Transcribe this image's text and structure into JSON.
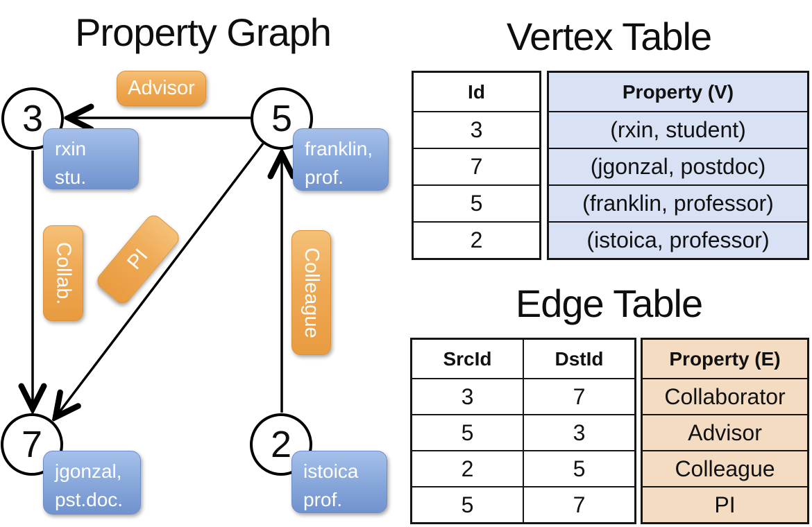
{
  "titles": {
    "property_graph": "Property Graph",
    "vertex_table": "Vertex Table",
    "edge_table": "Edge Table"
  },
  "graph": {
    "nodes": [
      {
        "id": "3",
        "line1": "rxin",
        "line2": "stu."
      },
      {
        "id": "5",
        "line1": "franklin,",
        "line2": "prof."
      },
      {
        "id": "7",
        "line1": "jgonzal,",
        "line2": "pst.doc."
      },
      {
        "id": "2",
        "line1": "istoica",
        "line2": "prof."
      }
    ],
    "edge_labels": {
      "advisor": "Advisor",
      "collab": "Collab.",
      "pi": "PI",
      "colleague": "Colleague"
    },
    "edges": [
      {
        "from": "5",
        "to": "3",
        "label": "Advisor"
      },
      {
        "from": "3",
        "to": "7",
        "label": "Collab."
      },
      {
        "from": "5",
        "to": "7",
        "label": "PI"
      },
      {
        "from": "2",
        "to": "5",
        "label": "Colleague"
      }
    ]
  },
  "vertex_table": {
    "headers": {
      "id": "Id",
      "property": "Property (V)"
    },
    "rows": [
      {
        "id": "3",
        "property": "(rxin, student)"
      },
      {
        "id": "7",
        "property": "(jgonzal, postdoc)"
      },
      {
        "id": "5",
        "property": "(franklin, professor)"
      },
      {
        "id": "2",
        "property": "(istoica, professor)"
      }
    ]
  },
  "edge_table": {
    "headers": {
      "src": "SrcId",
      "dst": "DstId",
      "property": "Property (E)"
    },
    "rows": [
      {
        "src": "3",
        "dst": "7",
        "property": "Collaborator"
      },
      {
        "src": "5",
        "dst": "3",
        "property": "Advisor"
      },
      {
        "src": "2",
        "dst": "5",
        "property": "Colleague"
      },
      {
        "src": "5",
        "dst": "7",
        "property": "PI"
      }
    ]
  },
  "colors": {
    "edge_label_orange": "#EFA954",
    "vertex_prop_blue": "#8BABDD",
    "vertex_table_cell_bg": "#D9E2F4",
    "edge_table_cell_bg": "#F3DCC2",
    "line_black": "#000000"
  }
}
